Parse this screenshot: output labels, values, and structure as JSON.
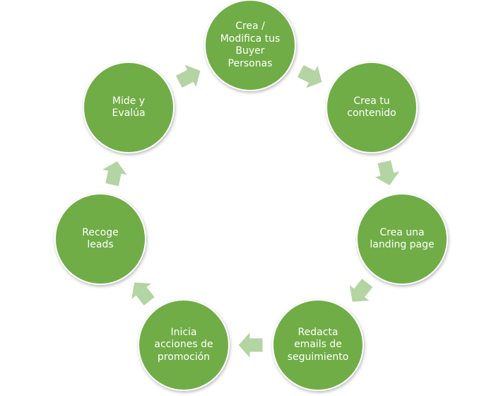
{
  "colors": {
    "node_fill": "#70ad47",
    "node_stroke": "#ffffff",
    "arrow_fill": "#b3d4a3",
    "arrow_stroke": "#ffffff",
    "label": "#ffffff",
    "background": "#ffffff"
  },
  "diagram": {
    "type": "cycle",
    "direction": "clockwise",
    "nodes": [
      {
        "id": "buyer-personas",
        "label": "Crea /\nModifica tus\nBuyer\nPersonas"
      },
      {
        "id": "contenido",
        "label": "Crea tu\ncontenido"
      },
      {
        "id": "landing-page",
        "label": "Crea una\nlanding page"
      },
      {
        "id": "emails",
        "label": "Redacta\nemails de\nseguimiento"
      },
      {
        "id": "promocion",
        "label": "Inicia\nacciones de\npromoción"
      },
      {
        "id": "leads",
        "label": "Recoge\nleads"
      },
      {
        "id": "mide",
        "label": "Mide y\nEvalúa"
      }
    ]
  }
}
